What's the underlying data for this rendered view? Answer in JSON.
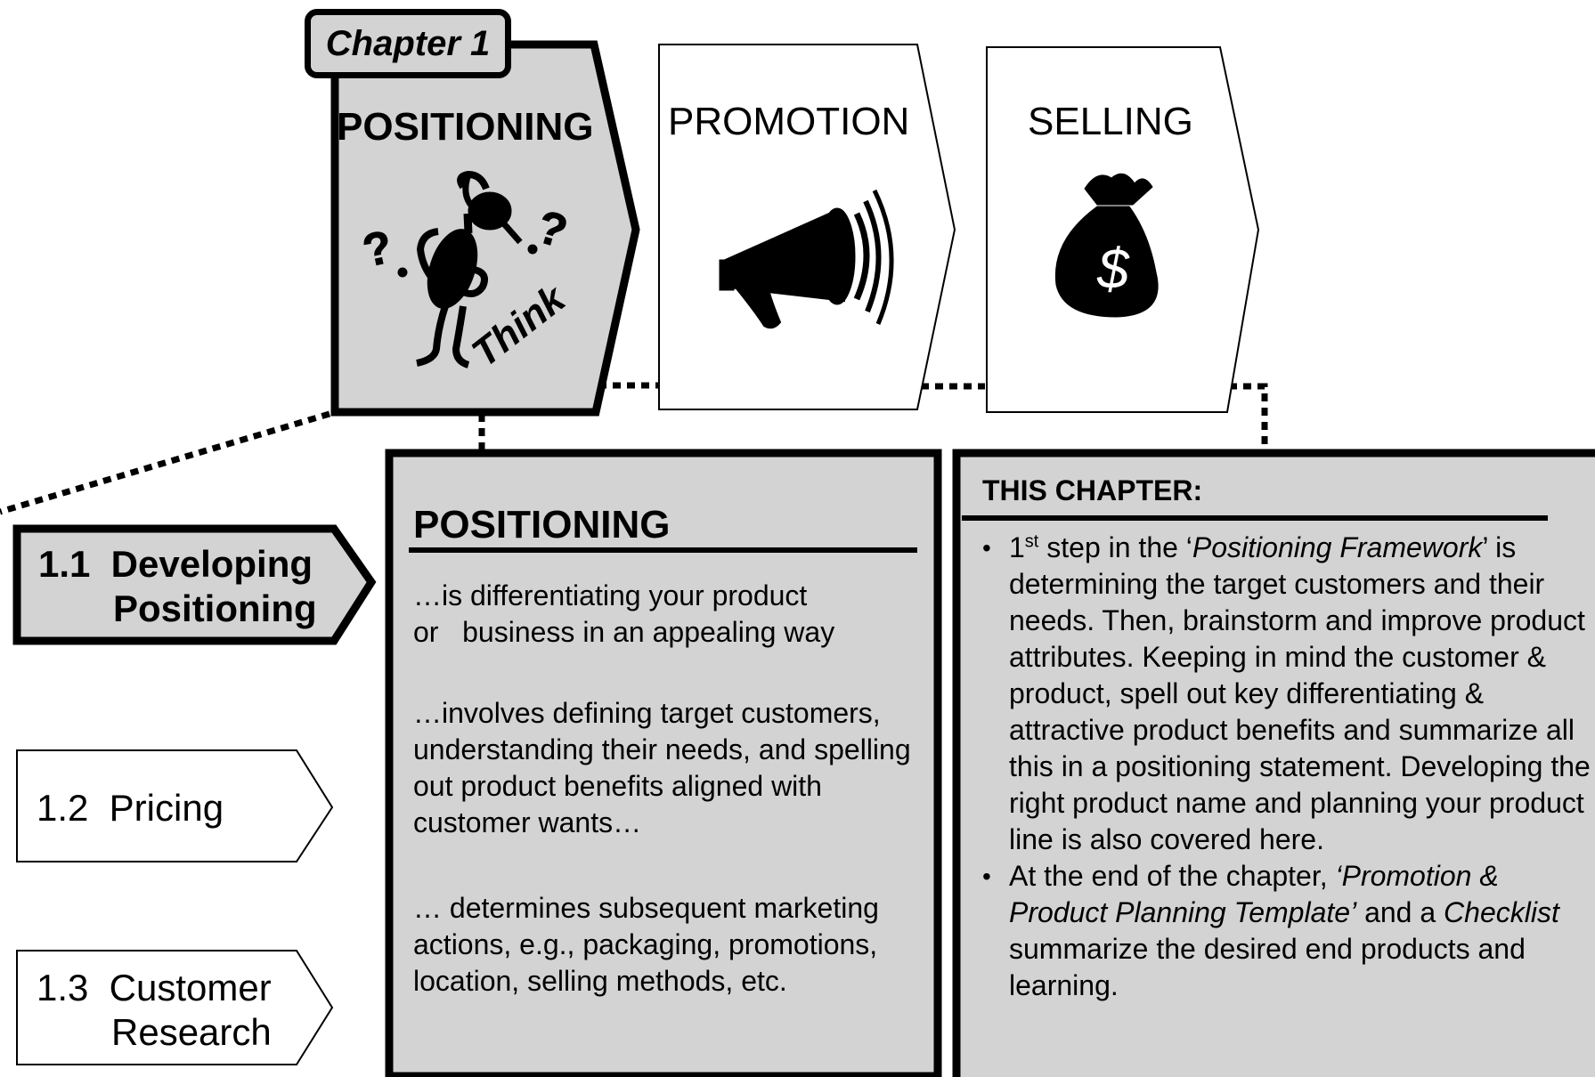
{
  "chapter_tab": "Chapter 1",
  "stages": [
    {
      "title": "POSITIONING",
      "icon": "thinking-figure-icon",
      "icon_text": "Think"
    },
    {
      "title": "PROMOTION",
      "icon": "megaphone-icon"
    },
    {
      "title": "SELLING",
      "icon": "money-bag-icon",
      "icon_text": "$"
    }
  ],
  "sections": [
    {
      "number": "1.1",
      "line1": "Developing",
      "line2": "Positioning"
    },
    {
      "number": "1.2",
      "line1": "Pricing"
    },
    {
      "number": "1.3",
      "line1": "Customer",
      "line2": "Research"
    }
  ],
  "definition": {
    "heading": "POSITIONING",
    "paragraphs": [
      "…is differentiating your product or   business in an appealing way",
      "…involves defining target customers, understanding their needs, and spelling out product benefits aligned with customer wants…",
      "… determines subsequent marketing actions, e.g., packaging, promotions, location, selling methods, etc."
    ]
  },
  "summary": {
    "heading": "THIS CHAPTER:",
    "bullet_marker": "•",
    "bullet1": {
      "ordinal": "1",
      "ordinal_suffix": "st",
      "pre": " step in the ‘",
      "framework": "Positioning Framework",
      "post": "’ is determining the target customers and their needs.  Then, brainstorm and improve product attributes. Keeping in mind the customer & product, spell out key differentiating & attractive product benefits and summarize all this in a positioning statement.  Developing  the right product name and planning your product line is also covered here."
    },
    "bullet2": {
      "pre": "At the end of the chapter, ",
      "template": "‘Promotion & Product Planning Template’",
      "mid": "  and a ",
      "checklist": "Checklist",
      "post": " summarize the desired end products and learning."
    }
  },
  "colors": {
    "highlight_fill": "#d3d3d3",
    "outline": "#000000",
    "background": "#ffffff"
  }
}
